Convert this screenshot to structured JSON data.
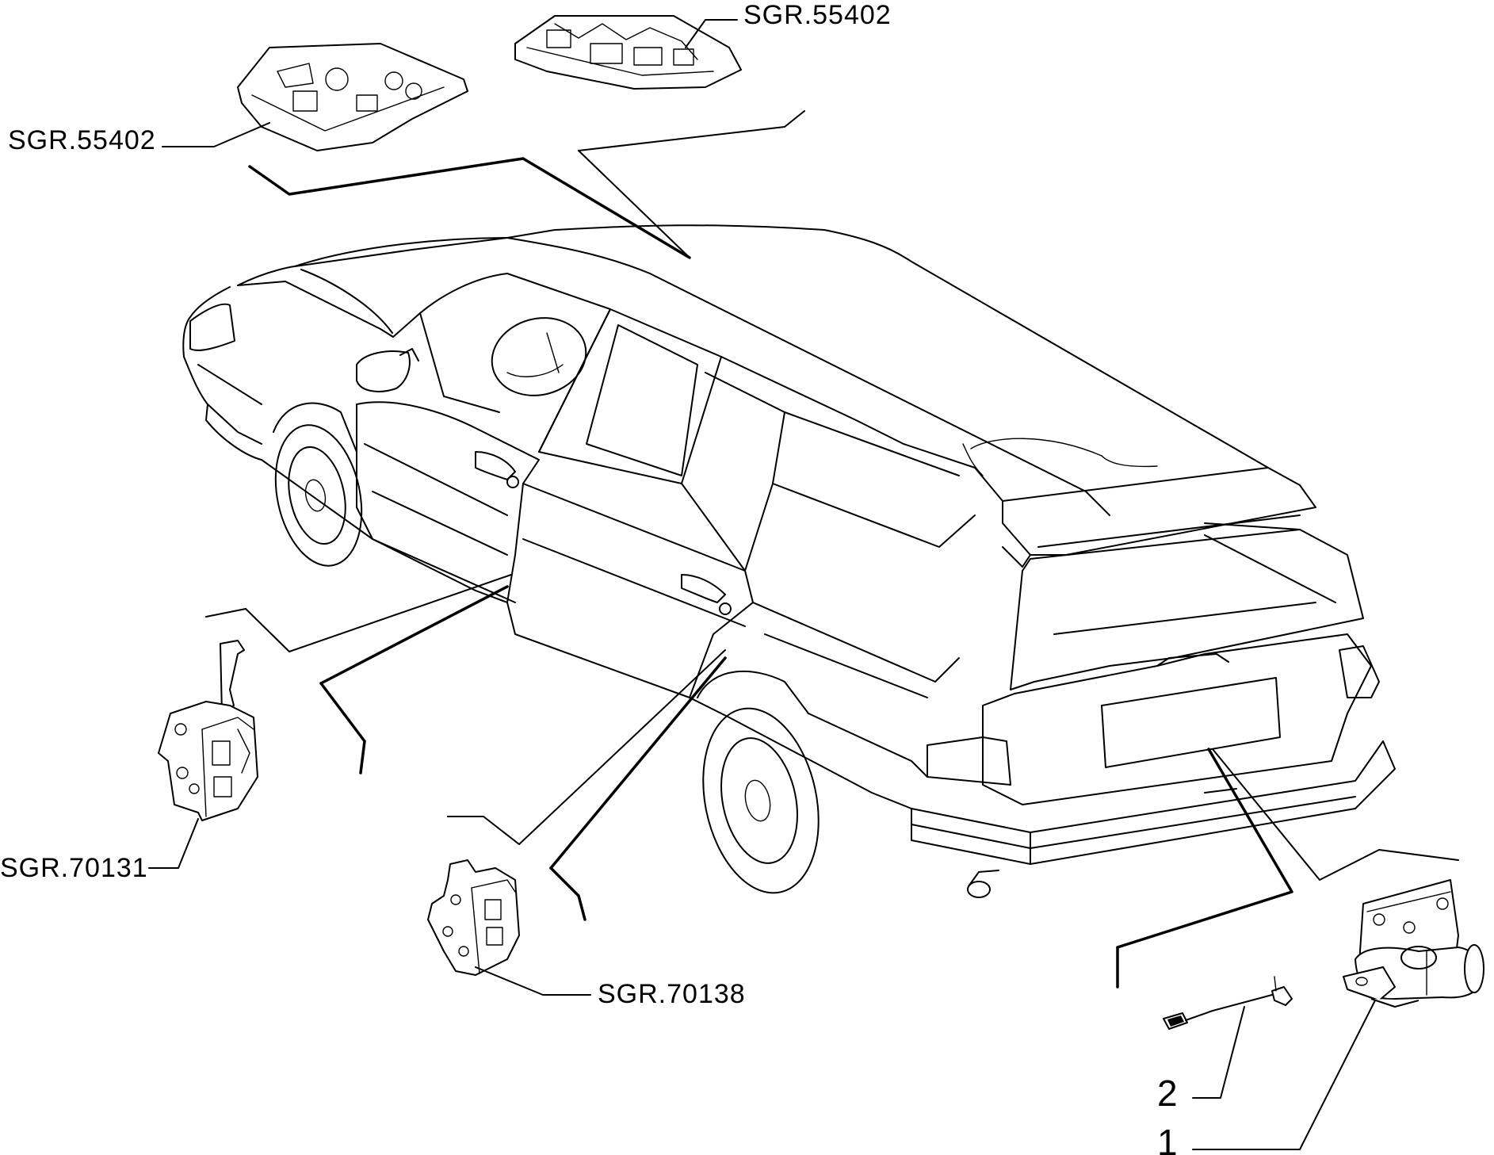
{
  "labels": {
    "top_lamp_right": "SGR.55402",
    "top_lamp_left": "SGR.55402",
    "front_lock": "SGR.70131",
    "rear_lock": "SGR.70138",
    "item_2": "2",
    "item_1": "1"
  }
}
